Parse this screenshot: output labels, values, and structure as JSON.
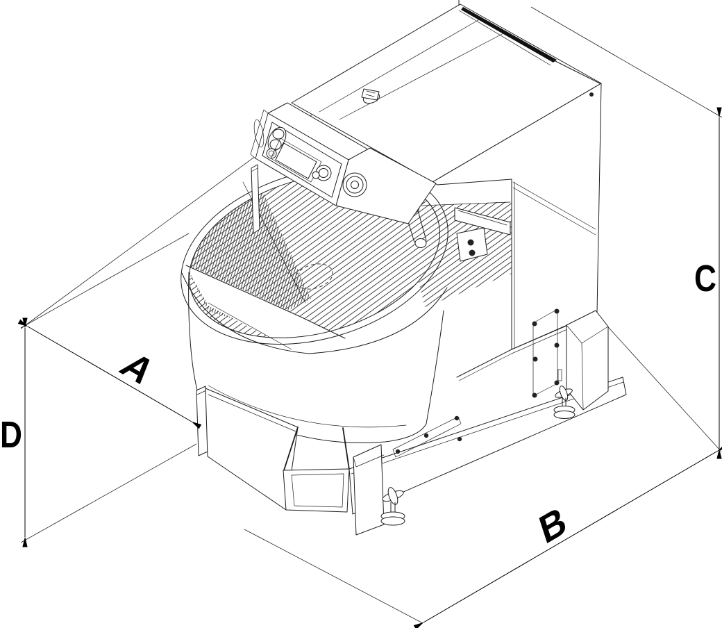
{
  "drawing": {
    "description": "isometric technical line drawing of a spiral dough mixer with overall dimension callouts",
    "background_color": "#ffffff",
    "line_color": "#1c1c1c",
    "dimension_color": "#000000"
  },
  "dimension_labels": {
    "a": {
      "label": "A"
    },
    "b": {
      "label": "B"
    },
    "c": {
      "label": "C"
    },
    "d": {
      "label": "D"
    }
  }
}
